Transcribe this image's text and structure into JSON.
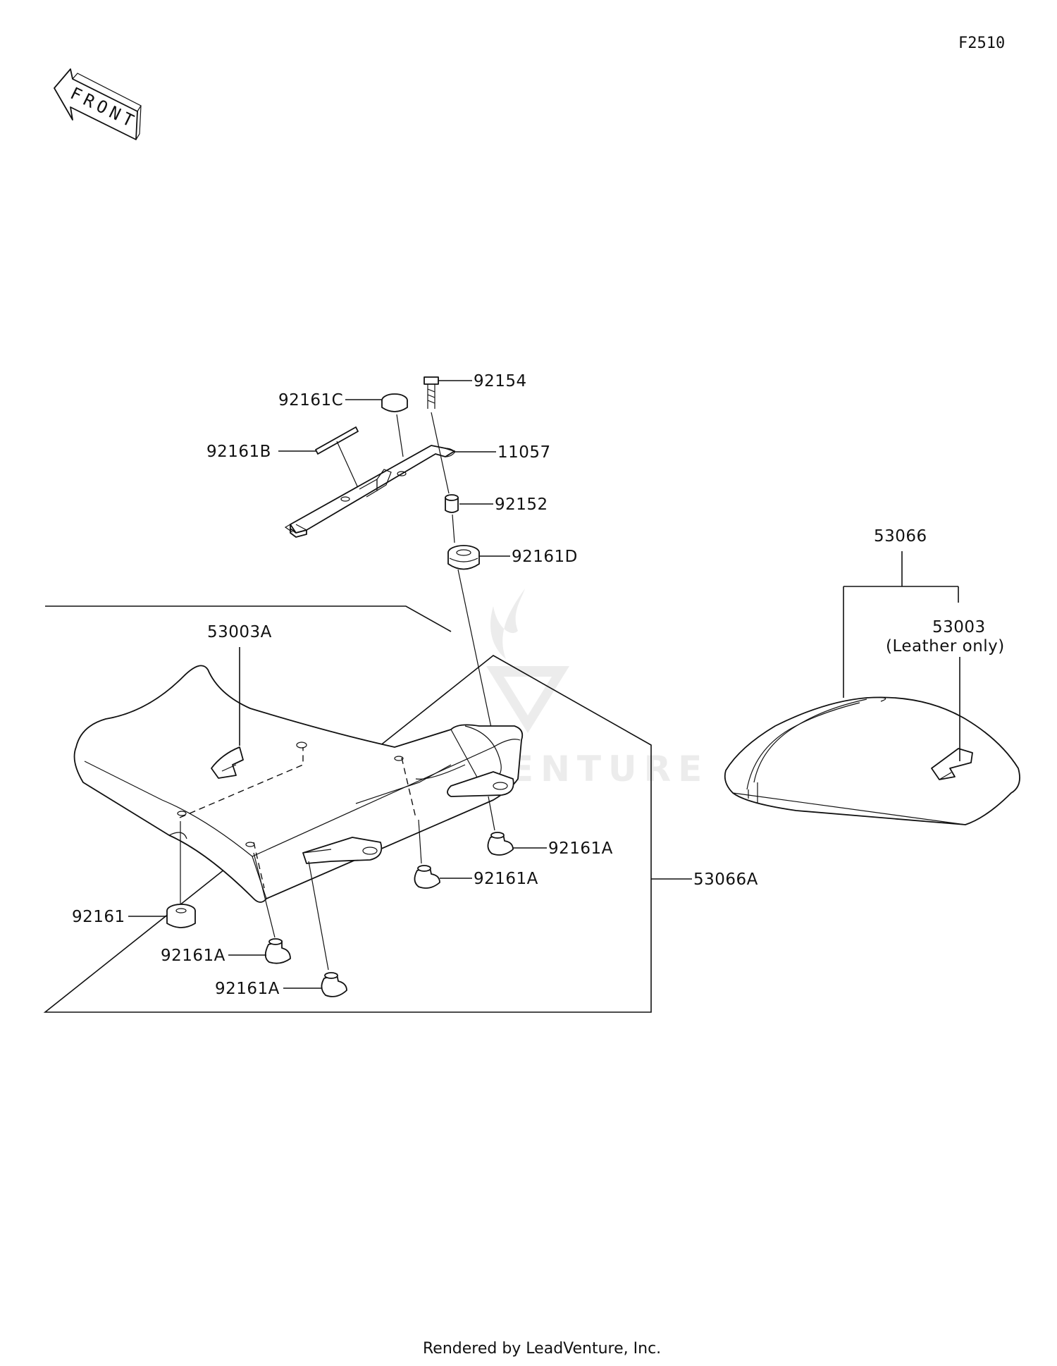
{
  "diagram_code": "F2510",
  "front_label": "FRONT",
  "watermark": "LEADVENTURE",
  "footer": "Rendered by LeadVenture, Inc.",
  "callouts": {
    "p92154": "92154",
    "p92161C": "92161C",
    "p92161B": "92161B",
    "p11057": "11057",
    "p92152": "92152",
    "p92161D": "92161D",
    "p53003A": "53003A",
    "p53066": "53066",
    "p53003": "53003",
    "p53003_note": "(Leather only)",
    "p92161A_1": "92161A",
    "p92161A_2": "92161A",
    "p92161A_3": "92161A",
    "p92161A_4": "92161A",
    "p53066A": "53066A",
    "p92161": "92161"
  }
}
